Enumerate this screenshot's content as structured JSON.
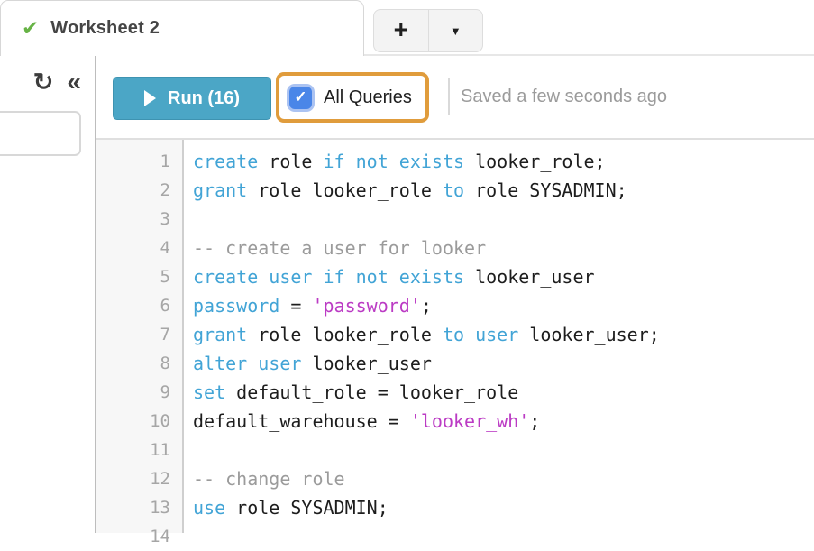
{
  "tab_bar": {
    "active_tab": {
      "label": "Worksheet 2",
      "status": "success"
    },
    "new_worksheet_label": "+",
    "worksheet_menu_label": "▼"
  },
  "toolbar": {
    "run_button_label": "Run (16)",
    "all_queries": {
      "label": "All Queries",
      "checked": true
    },
    "saved_status": "Saved a few seconds ago"
  },
  "sidebar": {
    "search_value": ""
  },
  "icons": {
    "tab_check": "✔",
    "refresh": "↻",
    "collapse": "«",
    "dropdown": "▼",
    "checkbox_check": "✓"
  },
  "editor": {
    "lines": [
      {
        "n": "1",
        "segs": [
          {
            "t": "create",
            "c": "kw"
          },
          {
            "t": " role ",
            "c": "pl"
          },
          {
            "t": "if not exists",
            "c": "kw"
          },
          {
            "t": " looker_role;",
            "c": "pl"
          }
        ]
      },
      {
        "n": "2",
        "segs": [
          {
            "t": "grant",
            "c": "kw"
          },
          {
            "t": " role looker_role ",
            "c": "pl"
          },
          {
            "t": "to",
            "c": "kw"
          },
          {
            "t": " role SYSADMIN;",
            "c": "pl"
          }
        ]
      },
      {
        "n": "3",
        "segs": []
      },
      {
        "n": "4",
        "segs": [
          {
            "t": "-- create a user for looker",
            "c": "com"
          }
        ]
      },
      {
        "n": "5",
        "segs": [
          {
            "t": "create user if not exists",
            "c": "kw"
          },
          {
            "t": " looker_user",
            "c": "pl"
          }
        ]
      },
      {
        "n": "6",
        "segs": [
          {
            "t": "password",
            "c": "kw"
          },
          {
            "t": " = ",
            "c": "pl"
          },
          {
            "t": "'password'",
            "c": "str"
          },
          {
            "t": ";",
            "c": "pl"
          }
        ]
      },
      {
        "n": "7",
        "segs": [
          {
            "t": "grant",
            "c": "kw"
          },
          {
            "t": " role looker_role ",
            "c": "pl"
          },
          {
            "t": "to user",
            "c": "kw"
          },
          {
            "t": " looker_user;",
            "c": "pl"
          }
        ]
      },
      {
        "n": "8",
        "segs": [
          {
            "t": "alter user",
            "c": "kw"
          },
          {
            "t": " looker_user",
            "c": "pl"
          }
        ]
      },
      {
        "n": "9",
        "segs": [
          {
            "t": "set",
            "c": "kw"
          },
          {
            "t": " default_role = looker_role",
            "c": "pl"
          }
        ]
      },
      {
        "n": "10",
        "segs": [
          {
            "t": "default_warehouse = ",
            "c": "pl"
          },
          {
            "t": "'looker_wh'",
            "c": "str"
          },
          {
            "t": ";",
            "c": "pl"
          }
        ]
      },
      {
        "n": "11",
        "segs": []
      },
      {
        "n": "12",
        "segs": [
          {
            "t": "-- change role",
            "c": "com"
          }
        ]
      },
      {
        "n": "13",
        "segs": [
          {
            "t": "use",
            "c": "kw"
          },
          {
            "t": " role SYSADMIN;",
            "c": "pl"
          }
        ]
      },
      {
        "n": "14",
        "segs": []
      }
    ]
  },
  "colors": {
    "keyword": "#42a4d6",
    "string": "#bb3bc4",
    "comment": "#9b9b9b",
    "code_text": "#1d1d1d",
    "line_number": "#a6a6a6",
    "run_button_bg": "#4ba6c6",
    "run_button_border": "#3e93b1",
    "highlight_orange": "#e09c3c",
    "checkbox_blue": "#4a86e8",
    "checkbox_ring": "#abc3f2",
    "tab_check_green": "#67b346",
    "saved_text": "#9b9b9b"
  }
}
